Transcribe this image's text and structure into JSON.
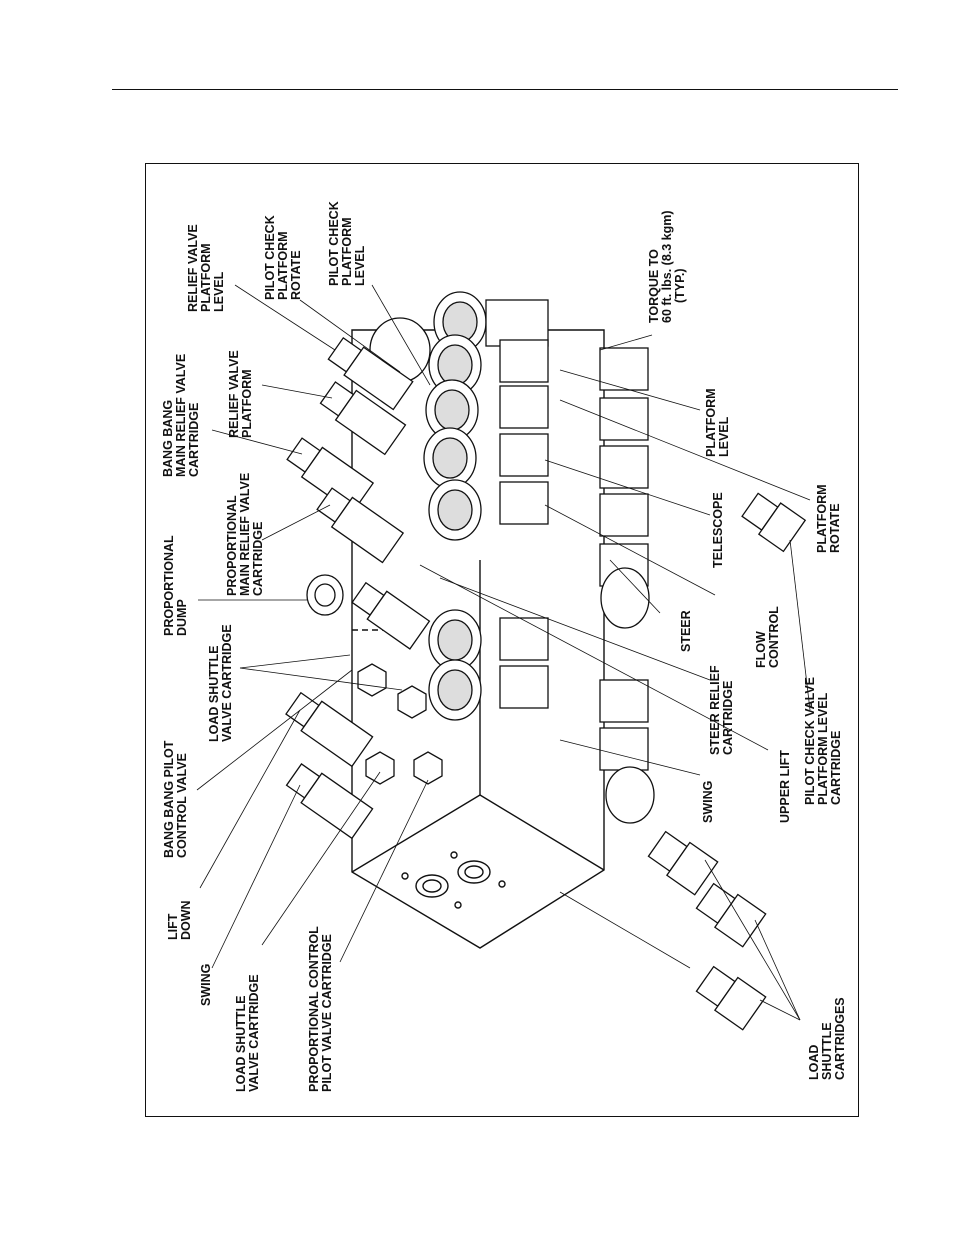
{
  "labels": {
    "relief_valve_platform_level": [
      "RELIEF VALVE",
      "PLATFORM",
      "LEVEL"
    ],
    "pilot_check_platform_rotate": [
      "PILOT CHECK",
      "PLATFORM",
      "ROTATE"
    ],
    "pilot_check_platform_level": [
      "PILOT CHECK",
      "PLATFORM",
      "LEVEL"
    ],
    "bang_bang_main_relief": [
      "BANG BANG",
      "MAIN RELIEF VALVE",
      "CARTRIDGE"
    ],
    "relief_valve_platform": [
      "RELIEF VALVE",
      "PLATFORM"
    ],
    "proportional_main_relief": [
      "PROPORTIONAL",
      "MAIN RELIEF VALVE",
      "CARTRIDGE"
    ],
    "proportional_dump": [
      "PROPORTIONAL",
      "DUMP"
    ],
    "load_shuttle_valve_cartridge_upper": [
      "LOAD SHUTTLE",
      "VALVE CARTRIDGE"
    ],
    "bang_bang_pilot_control": [
      "BANG BANG PILOT",
      "CONTROL VALVE"
    ],
    "lift_down": [
      "LIFT",
      "DOWN"
    ],
    "swing_left": [
      "SWING"
    ],
    "load_shuttle_valve_cartridge_lower": [
      "LOAD SHUTTLE",
      "VALVE CARTRIDGE"
    ],
    "proportional_control_pilot": [
      "PROPORTIONAL CONTROL",
      "PILOT VALVE CARTRIDGE"
    ],
    "torque": [
      "TORQUE TO",
      "60 ft. lbs. (8.3 kgm)",
      "(TYP.)"
    ],
    "platform_level": [
      "PLATFORM",
      "LEVEL"
    ],
    "platform_rotate": [
      "PLATFORM",
      "ROTATE"
    ],
    "telescope": [
      "TELESCOPE"
    ],
    "flow_control": [
      "FLOW",
      "CONTROL"
    ],
    "steer": [
      "STEER"
    ],
    "steer_relief": [
      "STEER RELIEF",
      "CARTRIDGE"
    ],
    "pilot_check_valve_platform_level": [
      "PILOT CHECK VALVE",
      "PLATFORM LEVEL",
      "CARTRIDGE"
    ],
    "upper_lift": [
      "UPPER LIFT"
    ],
    "swing_right": [
      "SWING"
    ],
    "load_shuttle_cartridges": [
      "LOAD",
      "SHUTTLE",
      "CARTRIDGES"
    ]
  }
}
